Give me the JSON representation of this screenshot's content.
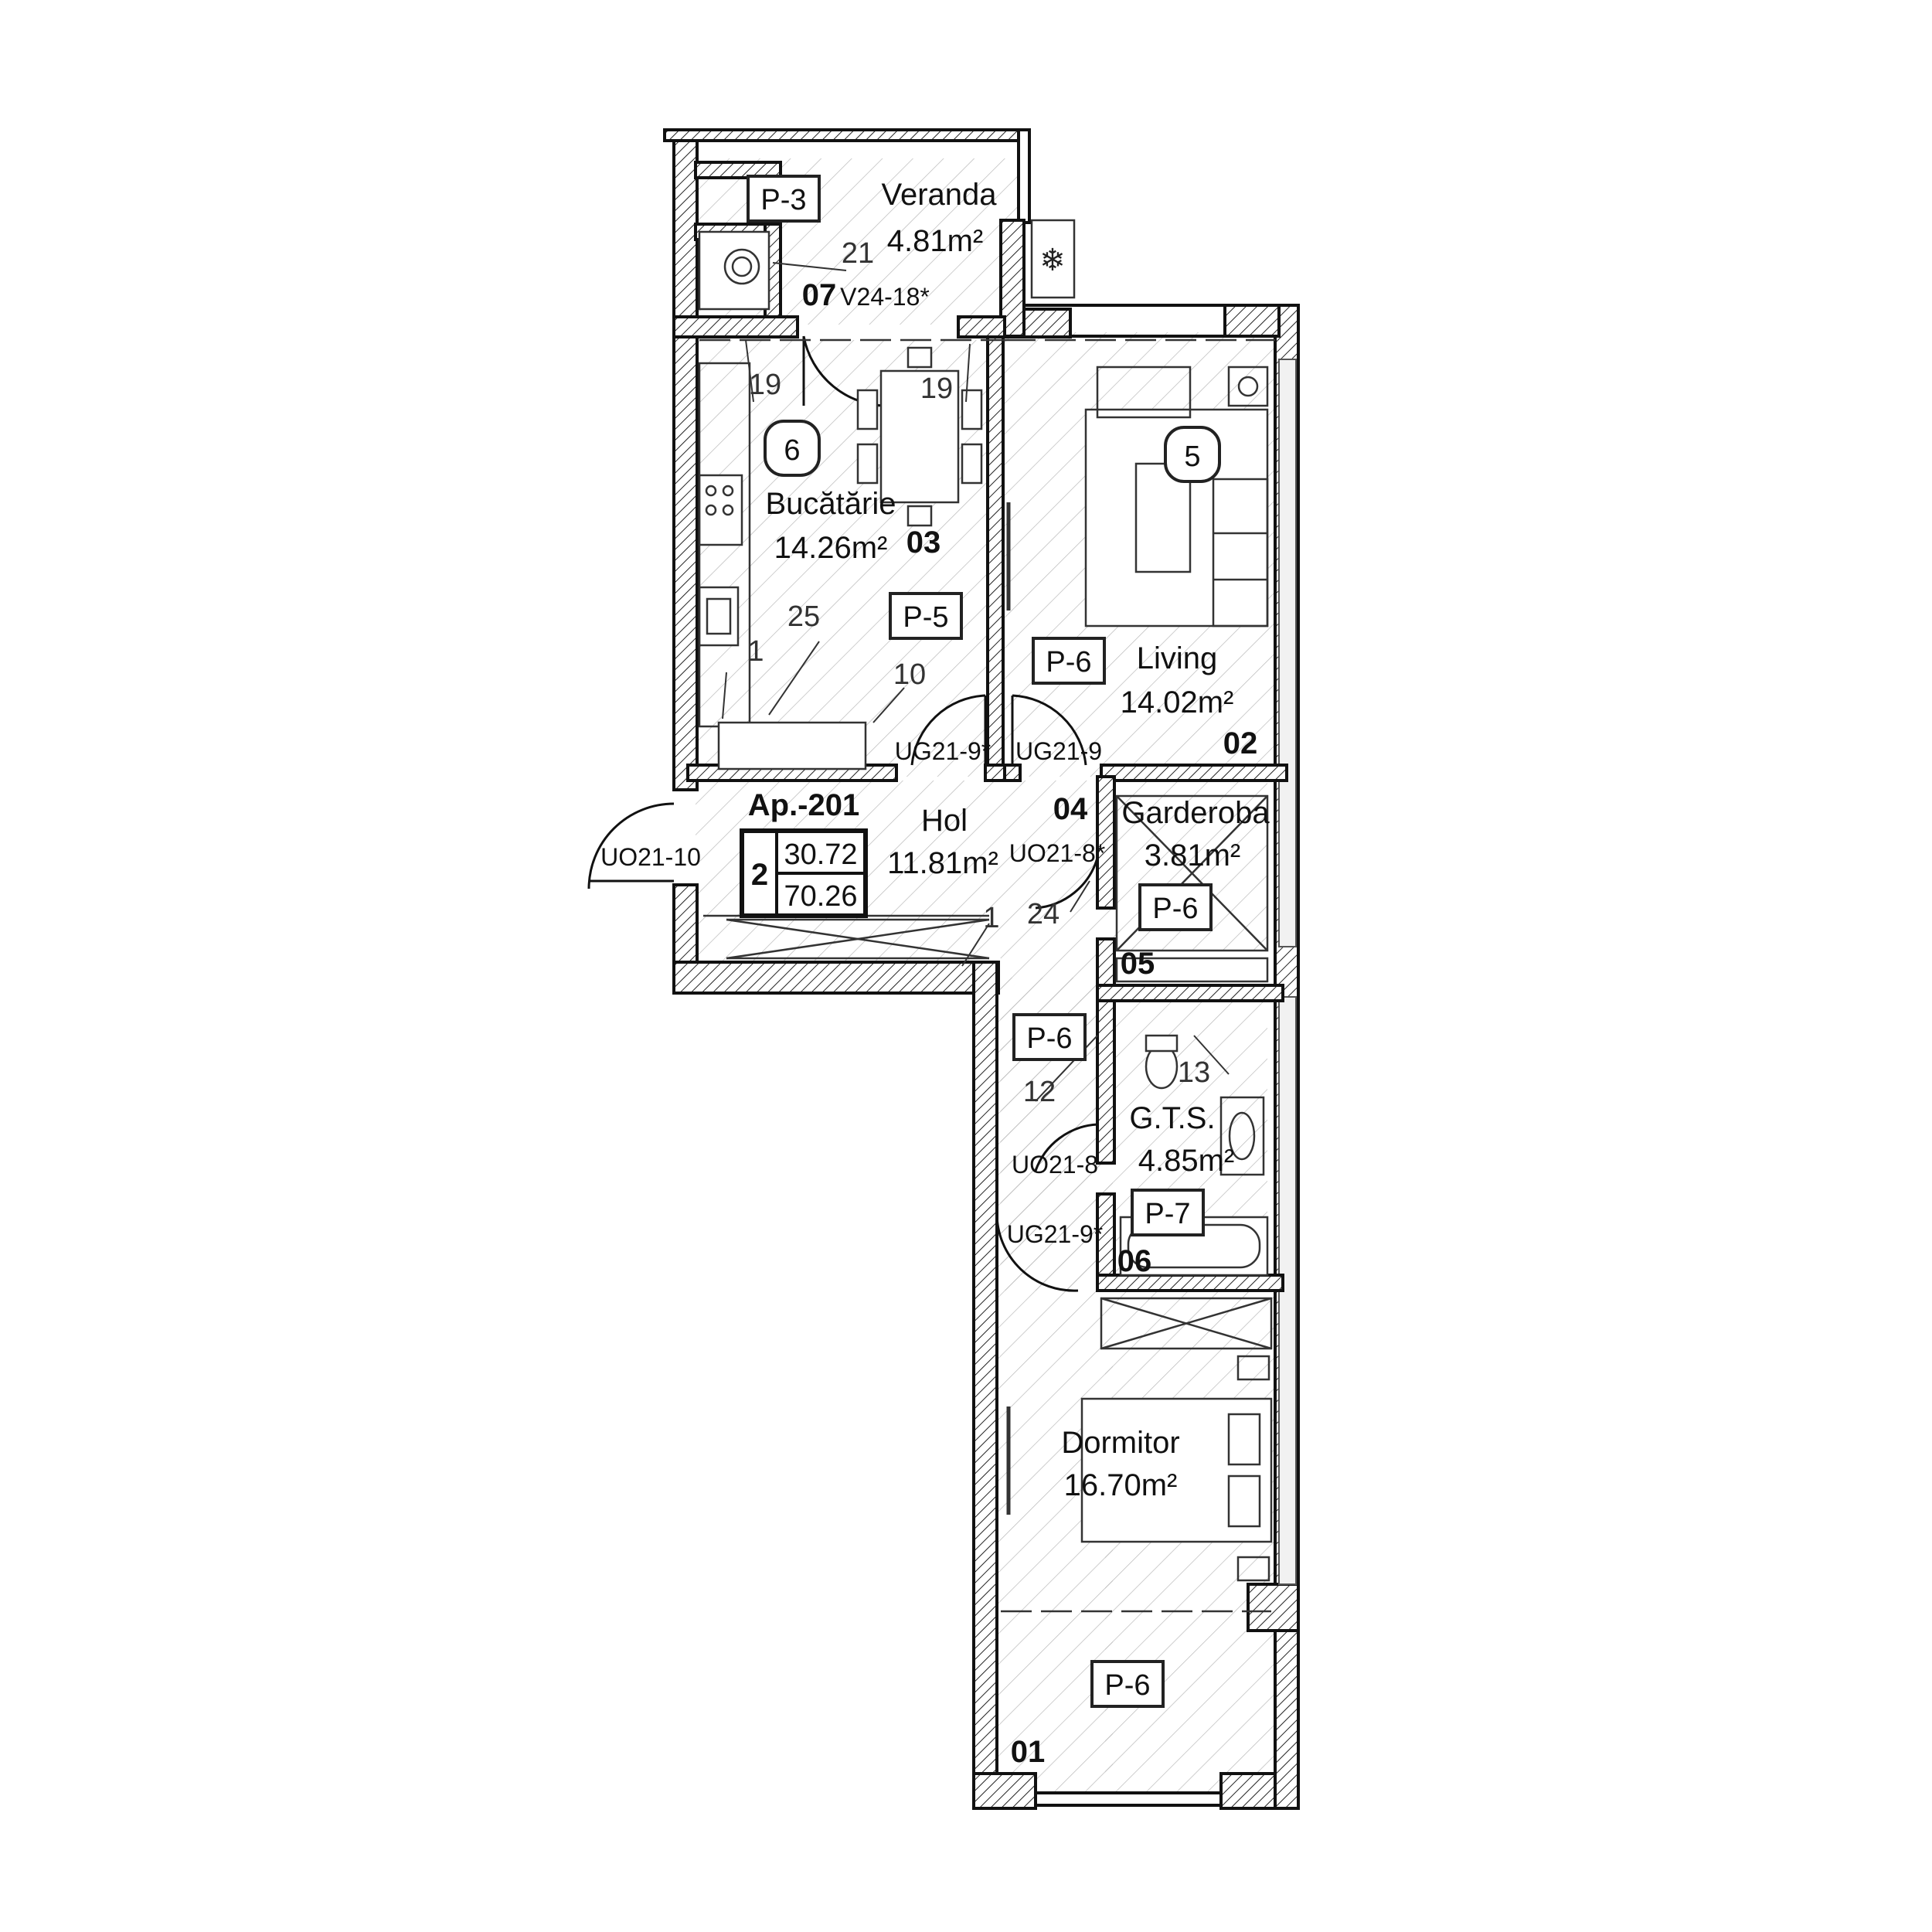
{
  "apartment": {
    "name": "Ap.-201",
    "rooms": "2",
    "area_useful": "30.72",
    "area_total": "70.26"
  },
  "rooms": [
    {
      "id": "veranda",
      "name": "Veranda",
      "area": "4.81m²",
      "number": "07"
    },
    {
      "id": "kitchen",
      "name": "Bucătărie",
      "area": "14.26m²",
      "number": "03"
    },
    {
      "id": "living",
      "name": "Living",
      "area": "14.02m²",
      "number": "02"
    },
    {
      "id": "hall",
      "name": "Hol",
      "area": "11.81m²",
      "number": "04"
    },
    {
      "id": "wardrobe",
      "name": "Garderoba",
      "area": "3.81m²",
      "number": "05"
    },
    {
      "id": "bath",
      "name": "G.T.S.",
      "area": "4.85m²",
      "number": "06"
    },
    {
      "id": "bedroom",
      "name": "Dormitor",
      "area": "16.70m²",
      "number": "01"
    }
  ],
  "finish_tags": [
    "P-3",
    "P-5",
    "P-6",
    "P-6",
    "P-6",
    "P-7",
    "P-6"
  ],
  "circle_tags": [
    "6",
    "5"
  ],
  "door_labels": [
    "V24-18*",
    "UG21-9*",
    "UG21-9",
    "UO21-10",
    "UO21-8*",
    "UO21-8",
    "UG21-9*"
  ],
  "dimension_marks": [
    "21",
    "19",
    "19",
    "25",
    "1",
    "10",
    "1",
    "24",
    "13",
    "12"
  ],
  "icons": [
    "snowflake-icon",
    "sink-icon",
    "stove-icon",
    "toilet-icon",
    "bathtub-icon",
    "bed-icon",
    "sofa-icon",
    "dining-table-icon",
    "boiler-icon"
  ]
}
